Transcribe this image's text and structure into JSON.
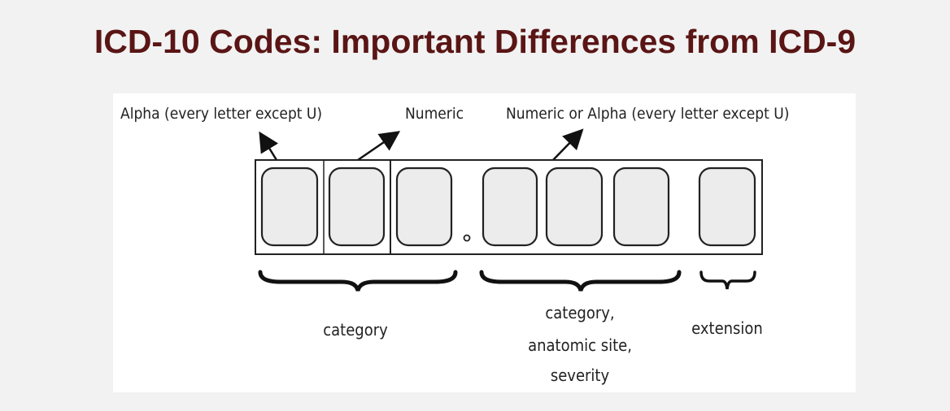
{
  "title": "ICD-10 Codes:  Important Differences from ICD-9",
  "diagram": {
    "top_labels": {
      "alpha": "Alpha (every letter except U)",
      "numeric": "Numeric",
      "numeric_or_alpha": "Numeric or Alpha (every letter except U)"
    },
    "bottom_labels": {
      "category": "category",
      "subcategory_line1": "category,",
      "subcategory_line2": "anatomic site,",
      "subcategory_line3": "severity",
      "extension": "extension"
    },
    "character_slots": 7
  }
}
